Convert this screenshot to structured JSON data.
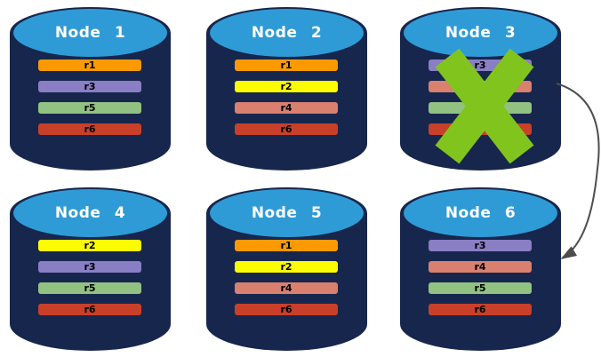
{
  "colors": {
    "cylinder_body": "#17264C",
    "cylinder_top": "#2E9BD6",
    "title_text": "#FFFFFF",
    "bar_label_text": "#000000",
    "x_mark": "#82C41E",
    "arrow": "#4D4D4D"
  },
  "nodes": [
    {
      "label": "Node 1",
      "failed": false,
      "replicas": [
        {
          "label": "r1",
          "color": "#FA9A00"
        },
        {
          "label": "r3",
          "color": "#8A7EC4"
        },
        {
          "label": "r5",
          "color": "#92C282"
        },
        {
          "label": "r6",
          "color": "#C8402A"
        }
      ]
    },
    {
      "label": "Node 2",
      "failed": false,
      "replicas": [
        {
          "label": "r1",
          "color": "#FA9A00"
        },
        {
          "label": "r2",
          "color": "#FCFC00"
        },
        {
          "label": "r4",
          "color": "#D9806F"
        },
        {
          "label": "r6",
          "color": "#C8402A"
        }
      ]
    },
    {
      "label": "Node 3",
      "failed": true,
      "replicas": [
        {
          "label": "r3",
          "color": "#8A7EC4"
        },
        {
          "label": "",
          "color": "#D9806F"
        },
        {
          "label": "",
          "color": "#92C282"
        },
        {
          "label": "",
          "color": "#C8402A"
        }
      ]
    },
    {
      "label": "Node 4",
      "failed": false,
      "replicas": [
        {
          "label": "r2",
          "color": "#FCFC00"
        },
        {
          "label": "r3",
          "color": "#8A7EC4"
        },
        {
          "label": "r5",
          "color": "#92C282"
        },
        {
          "label": "r6",
          "color": "#C8402A"
        }
      ]
    },
    {
      "label": "Node 5",
      "failed": false,
      "replicas": [
        {
          "label": "r1",
          "color": "#FA9A00"
        },
        {
          "label": "r2",
          "color": "#FCFC00"
        },
        {
          "label": "r4",
          "color": "#D9806F"
        },
        {
          "label": "r6",
          "color": "#C8402A"
        }
      ]
    },
    {
      "label": "Node 6",
      "failed": false,
      "replicas": [
        {
          "label": "r3",
          "color": "#8A7EC4"
        },
        {
          "label": "r4",
          "color": "#D9806F"
        },
        {
          "label": "r5",
          "color": "#92C282"
        },
        {
          "label": "r6",
          "color": "#C8402A"
        }
      ]
    }
  ]
}
